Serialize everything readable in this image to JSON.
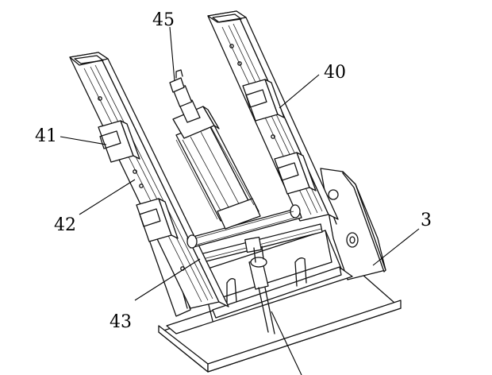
{
  "callouts": {
    "c45": "45",
    "c40": "40",
    "c41": "41",
    "c42": "42",
    "c3": "3",
    "c43": "43"
  }
}
